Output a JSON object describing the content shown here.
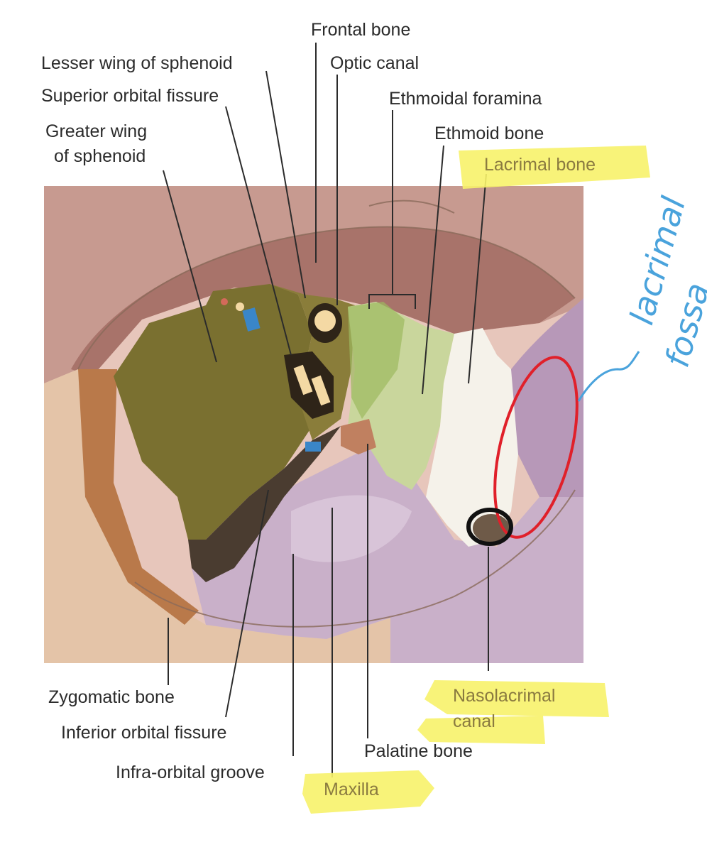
{
  "labels": {
    "frontal_bone": "Frontal bone",
    "lesser_wing": "Lesser wing of sphenoid",
    "optic_canal": "Optic canal",
    "superior_orbital_fissure": "Superior orbital fissure",
    "ethmoidal_foramina": "Ethmoidal foramina",
    "greater_wing_line1": "Greater wing",
    "greater_wing_line2": "of sphenoid",
    "ethmoid_bone": "Ethmoid bone",
    "lacrimal_bone": "Lacrimal bone",
    "zygomatic_bone": "Zygomatic bone",
    "inferior_orbital_fissure": "Inferior orbital fissure",
    "infra_orbital_groove": "Infra-orbital groove",
    "nasolacrimal_line1": "Nasolacrimal",
    "nasolacrimal_line2": "canal",
    "palatine_bone": "Palatine bone",
    "maxilla": "Maxilla"
  },
  "annotations": {
    "handwritten_line1": "lacrimal",
    "handwritten_line2": "fossa",
    "highlighted_terms": [
      "Lacrimal bone",
      "Nasolacrimal canal",
      "Maxilla"
    ]
  },
  "colors": {
    "highlight": "#f7f26a",
    "red_circle": "#e0202a",
    "blue_ink": "#4aa3dc",
    "frontal": "#a8736a",
    "sphenoid": "#7a7030",
    "ethmoid": "#c8d89a",
    "lacrimal": "#f5f2ea",
    "maxilla": "#c9b0c9",
    "zygomatic": "#c98a5a",
    "skin": "#e9c7bd"
  }
}
